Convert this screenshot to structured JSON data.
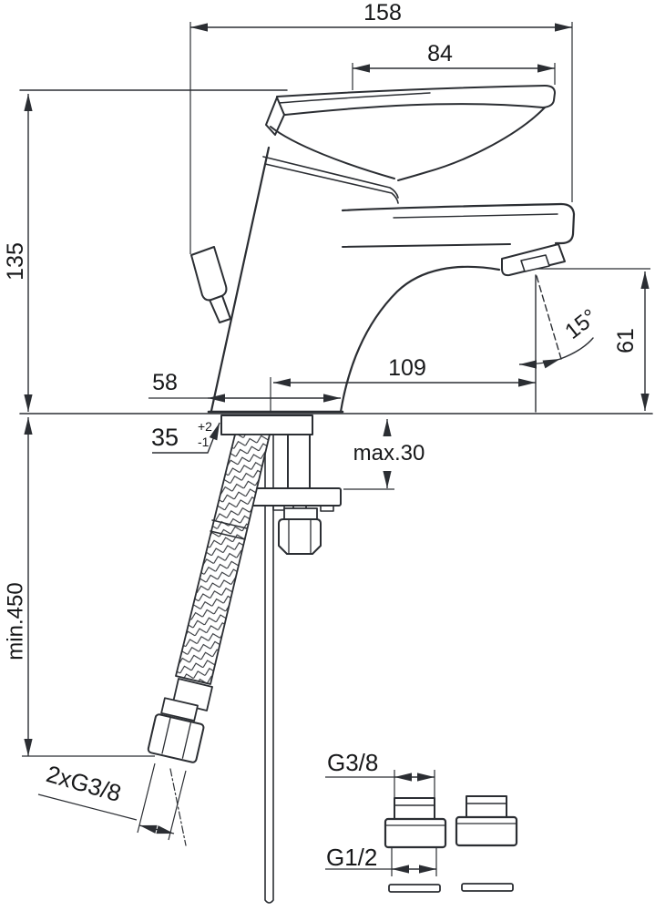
{
  "colors": {
    "line": "#2b2e33",
    "text": "#17181a",
    "background": "#ffffff"
  },
  "labels": {
    "d158": "158",
    "d84": "84",
    "d135": "135",
    "d58": "58",
    "d109": "109",
    "d61": "61",
    "angle": "15°",
    "d35": "35",
    "d35_plus": "+2",
    "d35_minus": "-1",
    "max30": "max.30",
    "min450": "min.450",
    "hose_thread": "2xG3/8",
    "g38": "G3/8",
    "g12": "G1/2"
  }
}
